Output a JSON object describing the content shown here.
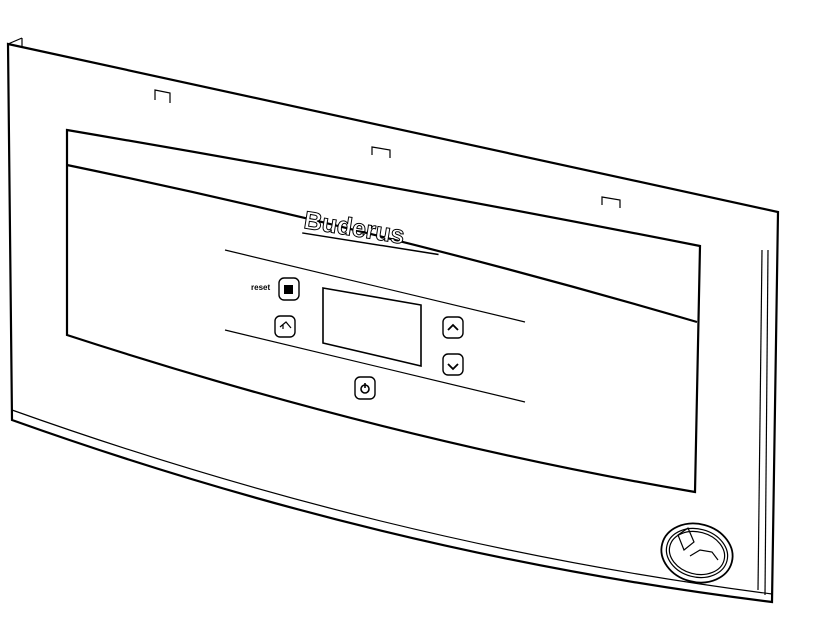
{
  "brand": {
    "logo_text": "Buderus"
  },
  "controls": {
    "reset_label": "reset",
    "buttons": [
      "reset-button",
      "chimney-sweep-button",
      "up-button",
      "down-button",
      "power-button"
    ]
  },
  "colors": {
    "line": "#000000",
    "background": "#ffffff"
  }
}
